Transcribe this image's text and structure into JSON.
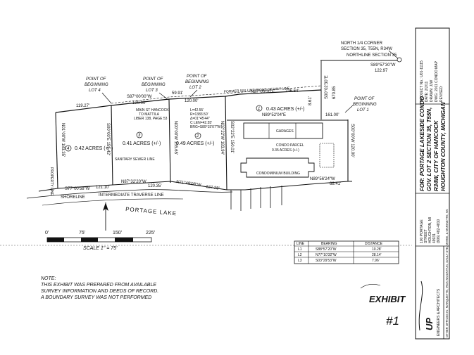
{
  "plat": {
    "north_corner": [
      "NORTH 1/4 CORNER",
      "SECTION 35, T55N, R34W"
    ],
    "northline_section": "NORTHLINE SECTION 35",
    "northline_bearing": "S89°57'30\"W",
    "northline_distance": "122.97",
    "offset_distance": "670.85",
    "offset_bearing": "S00°02'30\"E",
    "pob_lot4": [
      "POINT OF",
      "BEGINNING",
      "LOT 4"
    ],
    "pob_lot3": [
      "POINT OF",
      "BEGINNING",
      "LOT 3"
    ],
    "pob_lot2": [
      "POINT OF",
      "BEGINNING",
      "LOT 2"
    ],
    "pob_lot1": [
      "POINT OF",
      "BEGINNING",
      "LOT 1"
    ],
    "row_line": "FORMER 500 LINE RIGHT OF WAY LINE",
    "dim_119_27": "119.27'",
    "dim_587": "S87°00'00\"W",
    "dim_120_00": "120.00'",
    "dim_59_91": "59.91'",
    "dim_120_00b": "120.00'",
    "dim_n87": "N87°00'00\"E",
    "dim_236_64": "236.64'",
    "dim_n89": "N89°52'04\"E",
    "dim_161_00": "161.00'",
    "dim_8_61": "8.61'",
    "main_st": [
      "MAIN ST HANCOCK",
      "TO MATTILA",
      "LIBER 138, PAGE 53"
    ],
    "curve": [
      "L=42.55'",
      "R=1383.50'",
      "Δ=01°45'44\"",
      "C LEN=42.55'",
      "BRG=S89°15'07\"W"
    ],
    "lot4_num": "4",
    "lot3_num": "3",
    "lot2_num": "2",
    "lot1_num": "1",
    "lot4_area": "0.42 ACRES (+/-)",
    "lot3_area": "0.41 ACRES (+/-)",
    "lot2_area": "0.49 ACRES (+/-)",
    "lot1_area": "0.43 ACRES (+/-)",
    "property_line": "PROPERTY LINE",
    "sanitary_line": "SANITARY SEWER LINE",
    "garages": "GARAGES",
    "condo_parcel": "CONDO PARCEL",
    "condo_acres": "0.35 ACRES (+/-)",
    "condo_building": "CONDOMINIUM BUILDING",
    "side_4": "N01°00'W 183.35'",
    "side_3a": "S00°00'E 151.42'",
    "side_3b": "N00°00'W 155.65'",
    "side_2": "N02°22'W 183.94'",
    "side_2b": "S02°22'E 150.01'",
    "side_1": "S00°00'W 120.00'",
    "dim_s77": "S77°00'58\"W",
    "dim_121_10": "121.10'",
    "dim_n87b": "N87°32'20\"W",
    "dim_120_35": "120.35'",
    "dim_n71": "N71°48'08\"W",
    "dim_127_28": "127.28'",
    "dim_n89b": "N89°56'24\"W",
    "dim_68_41": "68.41'",
    "shoreline": "SHORELINE",
    "traverse": "INTERMEDIATE TRAVERSE LINE",
    "lake": "PORTAGE        LAKE",
    "scale_labels": [
      "0'",
      "75'",
      "150'",
      "225'"
    ],
    "scale_text": "SCALE 1\" = 75'"
  },
  "line_table": {
    "headers": [
      "LINE",
      "BEARING",
      "DISTANCE"
    ],
    "rows": [
      [
        "L1",
        "S88°57'20\"W",
        "10.28'"
      ],
      [
        "L2",
        "N77°10'32\"W",
        "28.14'"
      ],
      [
        "L3",
        "S03°29'53\"W",
        "7.96'"
      ]
    ]
  },
  "note": [
    "NOTE:",
    "THIS EXHIBIT WAS PREPARED FROM AVAILABLE",
    "SURVEY INFORMATION AND DEEDS OF RECORD.",
    "A BOUNDARY SURVEY WAS NOT PERFORMED"
  ],
  "exhibit_label": "EXHIBIT",
  "exhibit_number": "#1",
  "title_block": {
    "project": [
      "PROJECT No.: U01-11115",
      "DATE: 2/2/11",
      "DRAWN: JJW",
      "DWG: 2011 CONDO MAP",
      "REVISED:"
    ],
    "title_lines": [
      "FOR: PORTAGE LAKESIDE CONDO",
      "GOV. LOT 2 SECTION 35, T55N,",
      "R34W, CITY OF HANCOCK",
      "HOUGHTON COUNTY, MICHIGAN"
    ],
    "address": [
      "100 PORTAGE",
      "STREET",
      "HOUGHTON, MI",
      "49931",
      "(906) 482-4810"
    ],
    "firm": [
      "UP",
      "ENGINEERS & ARCHITECTS"
    ],
    "offices": "OTHER OFFICES IN: MARQUETTE, IRON MOUNTAIN, SAULT STE. MARIE, & MARINETTE, WI."
  }
}
